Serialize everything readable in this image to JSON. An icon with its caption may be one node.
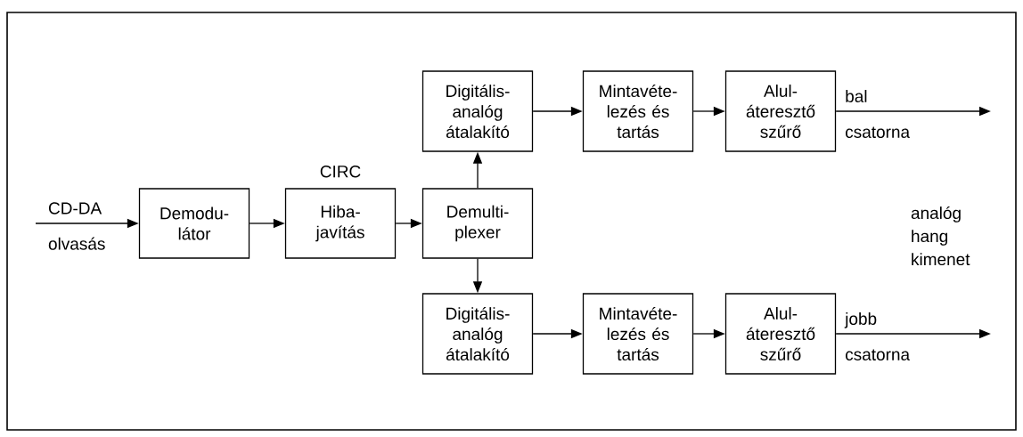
{
  "diagram": {
    "nodes": [
      {
        "text": [
          "Demodu-látor"
        ]
      },
      {
        "text": [
          "Hiba-javítás"
        ],
        "beside": [
          "CIRC"
        ]
      },
      {
        "text": [
          "Demulti-plexer"
        ]
      },
      {
        "text": [
          "Digitális-analóg átalakító"
        ]
      },
      {
        "text": [
          "Mintavéte-lezés és tartás"
        ]
      },
      {
        "text": [
          "Alul-áteresztő szűrő"
        ]
      },
      {
        "text": [
          "Digitális-analóg átalakító"
        ]
      },
      {
        "text": [
          "Mintavéte-lezés és tartás"
        ]
      },
      {
        "text": [
          "Alul-áteresztő szűrő"
        ]
      }
    ],
    "edges": [
      {
        "from": null,
        "to": 0,
        "arrow": "to",
        "label": "CD-DA olvasás"
      },
      {
        "from": 0,
        "to": 1,
        "arrow": "to"
      },
      {
        "from": 1,
        "to": 2,
        "arrow": "to"
      },
      {
        "from": 2,
        "to": 3,
        "arrow": "to"
      },
      {
        "from": 2,
        "to": 6,
        "arrow": "to"
      },
      {
        "from": 3,
        "to": 4,
        "arrow": "to"
      },
      {
        "from": 4,
        "to": 5,
        "arrow": "to"
      },
      {
        "from": 6,
        "to": 7,
        "arrow": "to"
      },
      {
        "from": 7,
        "to": 8,
        "arrow": "to"
      },
      {
        "from": 5,
        "to": null,
        "arrow": "to",
        "label": "bal csatorna"
      },
      {
        "from": 8,
        "to": null,
        "arrow": "to",
        "label": "jobb csatorna"
      }
    ],
    "labels": [
      "analóg hang kimenet"
    ]
  }
}
